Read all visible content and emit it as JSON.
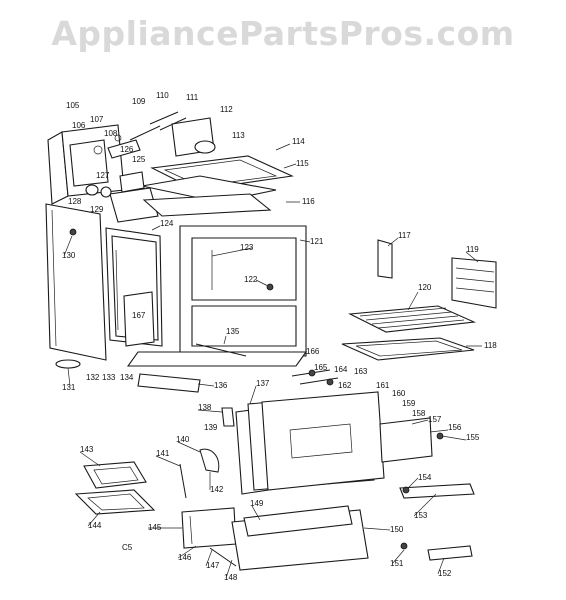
{
  "watermark": "AppliancePartsPros.com",
  "corner_mark": "C5",
  "callouts": [
    "105",
    "106",
    "107",
    "108",
    "109",
    "110",
    "111",
    "112",
    "113",
    "114",
    "115",
    "116",
    "117",
    "118",
    "119",
    "120",
    "121",
    "122",
    "123",
    "124",
    "125",
    "126",
    "127",
    "128",
    "129",
    "130",
    "131",
    "132",
    "133",
    "134",
    "135",
    "136",
    "137",
    "138",
    "139",
    "140",
    "141",
    "142",
    "143",
    "144",
    "145",
    "146",
    "147",
    "148",
    "149",
    "150",
    "151",
    "152",
    "153",
    "154",
    "155",
    "156",
    "157",
    "158",
    "159",
    "160",
    "161",
    "162",
    "163",
    "164",
    "165",
    "166",
    "167"
  ]
}
